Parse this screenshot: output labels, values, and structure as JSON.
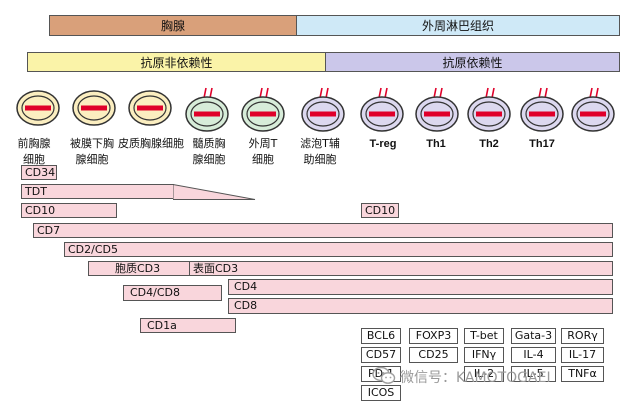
{
  "colors": {
    "thymus": "#d9a07a",
    "peripheral": "#cfe9f7",
    "antigen_independent": "#faf3a8",
    "antigen_dependent": "#cbc7ea",
    "bar_fill": "#f9d6dc",
    "cell_band": "#e0002a",
    "outline": "#555555"
  },
  "header": {
    "thymus": "胸腺",
    "peripheral": "外周淋巴组织",
    "antigen_independent": "抗原非依赖性",
    "antigen_dependent": "抗原依赖性"
  },
  "cells": [
    {
      "label": [
        "前胸腺",
        "细胞"
      ],
      "fill": "#fbeec0",
      "receptor": false
    },
    {
      "label": [
        "被膜下胸",
        "腺细胞"
      ],
      "fill": "#fbeec0",
      "receptor": false
    },
    {
      "label": [
        "皮质胸腺细胞"
      ],
      "fill": "#fbeec0",
      "receptor": false
    },
    {
      "label": [
        "髓质胸",
        "腺细胞"
      ],
      "fill": "#d7ecd9",
      "receptor": true
    },
    {
      "label": [
        "外周T",
        "细胞"
      ],
      "fill": "#d7ecd9",
      "receptor": true
    },
    {
      "label": [
        "滤泡T辅",
        "助细胞"
      ],
      "fill": "#dcd8ef",
      "receptor": true
    },
    {
      "label": [
        "T-reg"
      ],
      "fill": "#dcd8ef",
      "receptor": true
    },
    {
      "label": [
        "Th1"
      ],
      "fill": "#dcd8ef",
      "receptor": true
    },
    {
      "label": [
        "Th2"
      ],
      "fill": "#dcd8ef",
      "receptor": true
    },
    {
      "label": [
        "Th17"
      ],
      "fill": "#dcd8ef",
      "receptor": true
    },
    {
      "label": [],
      "fill": "#dcd8ef",
      "receptor": true
    }
  ],
  "markers": {
    "cd34": "CD34",
    "tdt": "TDT",
    "cd10": "CD10",
    "cd10_tfh": "CD10",
    "cd7": "CD7",
    "cd2cd5": "CD2/CD5",
    "cytoplasmic_cd3": "胞质CD3",
    "surface_cd3": "表面CD3",
    "cd4cd8": "CD4/CD8",
    "cd4": "CD4",
    "cd8": "CD8",
    "cd1a": "CD1a"
  },
  "marker_grid": [
    [
      "BCL6",
      "FOXP3",
      "T-bet",
      "Gata-3",
      "RORγ"
    ],
    [
      "CD57",
      "CD25",
      "IFNγ",
      "IL-4",
      "IL-17"
    ],
    [
      "PD-1",
      "",
      "IL-2",
      "IL-5",
      "TNFα"
    ],
    [
      "ICOS"
    ]
  ],
  "watermark": "微信号：KAMOTOGAEI"
}
